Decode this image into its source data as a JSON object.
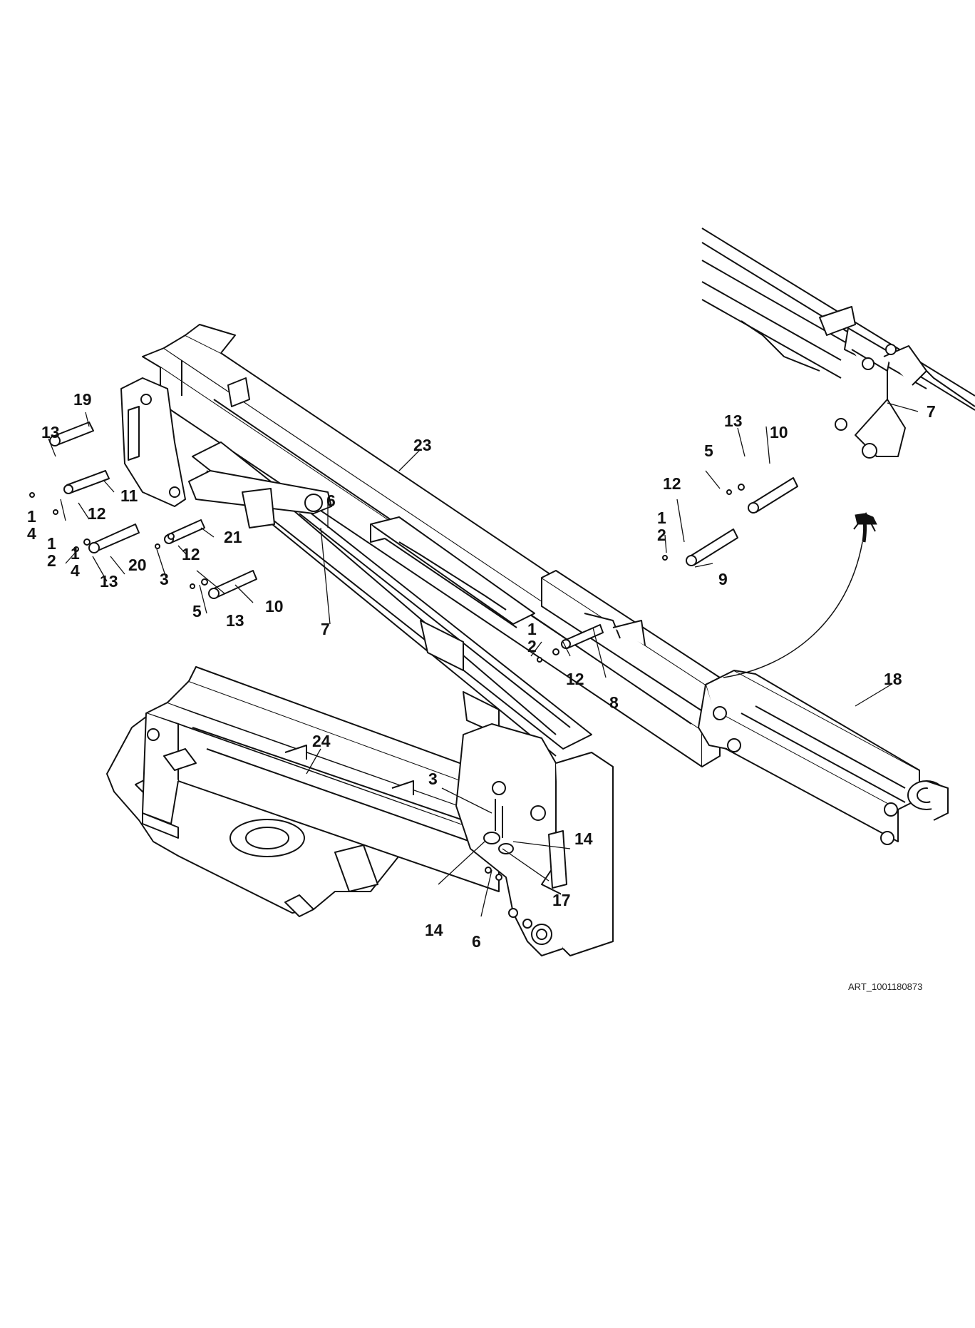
{
  "drawing": {
    "art_id": "ART_1001180873",
    "callouts": [
      {
        "key": "c19",
        "text": "19"
      },
      {
        "key": "c13a",
        "text": "13"
      },
      {
        "key": "c11",
        "text": "11"
      },
      {
        "key": "c14a",
        "text": "1\n4"
      },
      {
        "key": "c12a",
        "text": "12"
      },
      {
        "key": "c2a",
        "text": "1\n2"
      },
      {
        "key": "c14b",
        "text": "1\n4"
      },
      {
        "key": "c13b",
        "text": "13"
      },
      {
        "key": "c20",
        "text": "20"
      },
      {
        "key": "c21",
        "text": "21"
      },
      {
        "key": "c12b",
        "text": "12"
      },
      {
        "key": "c3a",
        "text": "3"
      },
      {
        "key": "c5a",
        "text": "5"
      },
      {
        "key": "c13c",
        "text": "13"
      },
      {
        "key": "c10a",
        "text": "10"
      },
      {
        "key": "c7a",
        "text": "7"
      },
      {
        "key": "c6a",
        "text": "6"
      },
      {
        "key": "c23",
        "text": "23"
      },
      {
        "key": "c2b",
        "text": "1\n2"
      },
      {
        "key": "c12c",
        "text": "12"
      },
      {
        "key": "c8",
        "text": "8"
      },
      {
        "key": "c18",
        "text": "18"
      },
      {
        "key": "c24",
        "text": "24"
      },
      {
        "key": "c3b",
        "text": "3"
      },
      {
        "key": "c14c",
        "text": "14"
      },
      {
        "key": "c17",
        "text": "17"
      },
      {
        "key": "c14d",
        "text": "14"
      },
      {
        "key": "c6b",
        "text": "6"
      },
      {
        "key": "c13d",
        "text": "13"
      },
      {
        "key": "c10b",
        "text": "10"
      },
      {
        "key": "c5b",
        "text": "5"
      },
      {
        "key": "c12d",
        "text": "12"
      },
      {
        "key": "c2c",
        "text": "1\n2"
      },
      {
        "key": "c9",
        "text": "9"
      },
      {
        "key": "c7b",
        "text": "7"
      }
    ]
  }
}
